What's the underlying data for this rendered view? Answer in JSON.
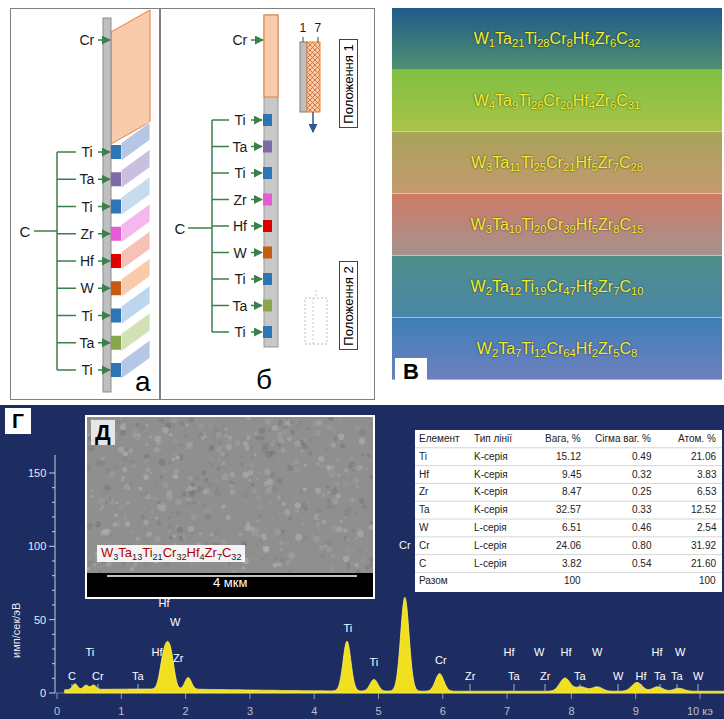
{
  "diagram": {
    "nodes": [
      {
        "text": [
          "а"
        ]
      },
      {
        "text": [
          "б"
        ]
      },
      {
        "text": [
          "Положення 1"
        ],
        "in": 1
      },
      {
        "text": [
          "Положення 2"
        ],
        "in": 1
      },
      {
        "text": [
          "W1Ta21Ti28Cr8Hf4Zr6C32"
        ]
      },
      {
        "text": [
          "W4Ta9Ti26Cr20Hf4Zr6C31"
        ]
      },
      {
        "text": [
          "W3Ta11Ti25Cr21Hf5Zr7C28"
        ]
      },
      {
        "text": [
          "W3Ta10Ti20Cr39Hf5Zr8C15"
        ]
      },
      {
        "text": [
          "W2Ta12Ti19Cr47Hf3Zr7C10"
        ]
      },
      {
        "text": [
          "W2Ta7Ti12Cr64Hf2Zr5C8"
        ]
      },
      {
        "text": [
          "Г"
        ]
      },
      {
        "text": [
          "Д",
          "W3Ta13Ti21Cr32Hf4Zr7C32",
          "4 мкм"
        ],
        "in": 10
      }
    ],
    "labels": [
      "Cr",
      "Ti",
      "Ta",
      "Ti",
      "Zr",
      "Hf",
      "W",
      "Ti",
      "Ta",
      "Ti",
      "C",
      "Cr",
      "Ti",
      "Ta",
      "Ti",
      "Zr",
      "Hf",
      "W",
      "Ti",
      "Ta",
      "Ti",
      "C",
      "1",
      "7",
      "В",
      "150",
      "100",
      "50",
      "0",
      "имп/сек/эВ",
      "0",
      "1",
      "2",
      "3",
      "4",
      "5",
      "6",
      "7",
      "8",
      "9",
      "10 кэ",
      "C",
      "Ti",
      "Cr",
      "Ta",
      "Hf",
      "Hf",
      "W",
      "Zr",
      "Ti",
      "Ti",
      "Cr",
      "Cr",
      "Zr",
      "Hf",
      "Ta",
      "W",
      "Zr",
      "Hf",
      "Ta",
      "W",
      "W",
      "Hf",
      "Hf",
      "Ta",
      "Ta",
      "W",
      "W",
      "Елемент",
      "Тип лінії",
      "Вага, %",
      "Сігма ваг. %",
      "Атом. %",
      "Ti",
      "K-серія",
      "15.12",
      "0.49",
      "21.06",
      "Hf",
      "K-серія",
      "9.45",
      "0.32",
      "3.83",
      "Zr",
      "K-серія",
      "8.47",
      "0.25",
      "6.53",
      "Ta",
      "K-серія",
      "32.57",
      "0.33",
      "12.52",
      "W",
      "L-серія",
      "6.51",
      "0.46",
      "2.54",
      "Cr",
      "L-серія",
      "24.06",
      "0.80",
      "31.92",
      "C",
      "L-серія",
      "3.82",
      "0.54",
      "21.60",
      "Разом",
      "100",
      "100"
    ]
  }
}
